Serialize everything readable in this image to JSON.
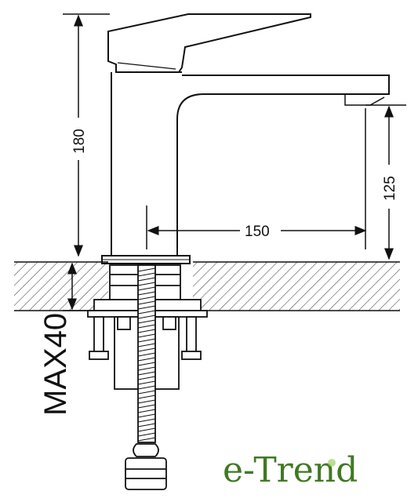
{
  "dimensions": {
    "height_total": "180",
    "spout_height": "125",
    "spout_reach": "150",
    "max_thickness": "MAX40"
  },
  "brand": {
    "name": "e-Trend",
    "color": "#3f7a22"
  },
  "colors": {
    "line": "#111111",
    "hatch": "#333333"
  }
}
